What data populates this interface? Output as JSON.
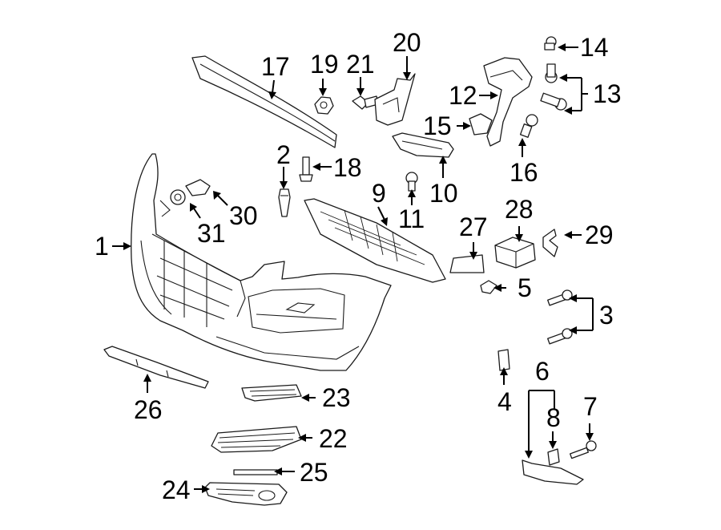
{
  "callouts": [
    {
      "id": "c1",
      "text": "1"
    },
    {
      "id": "c2",
      "text": "2"
    },
    {
      "id": "c3",
      "text": "3"
    },
    {
      "id": "c4",
      "text": "4"
    },
    {
      "id": "c5",
      "text": "5"
    },
    {
      "id": "c6",
      "text": "6"
    },
    {
      "id": "c7",
      "text": "7"
    },
    {
      "id": "c8",
      "text": "8"
    },
    {
      "id": "c9",
      "text": "9"
    },
    {
      "id": "c10",
      "text": "10"
    },
    {
      "id": "c11",
      "text": "11"
    },
    {
      "id": "c12",
      "text": "12"
    },
    {
      "id": "c13",
      "text": "13"
    },
    {
      "id": "c14",
      "text": "14"
    },
    {
      "id": "c15",
      "text": "15"
    },
    {
      "id": "c16",
      "text": "16"
    },
    {
      "id": "c17",
      "text": "17"
    },
    {
      "id": "c18",
      "text": "18"
    },
    {
      "id": "c19",
      "text": "19"
    },
    {
      "id": "c20",
      "text": "20"
    },
    {
      "id": "c21",
      "text": "21"
    },
    {
      "id": "c22",
      "text": "22"
    },
    {
      "id": "c23",
      "text": "23"
    },
    {
      "id": "c24",
      "text": "24"
    },
    {
      "id": "c25",
      "text": "25"
    },
    {
      "id": "c26",
      "text": "26"
    },
    {
      "id": "c27",
      "text": "27"
    },
    {
      "id": "c28",
      "text": "28"
    },
    {
      "id": "c29",
      "text": "29"
    },
    {
      "id": "c30",
      "text": "30"
    },
    {
      "id": "c31",
      "text": "31"
    }
  ]
}
